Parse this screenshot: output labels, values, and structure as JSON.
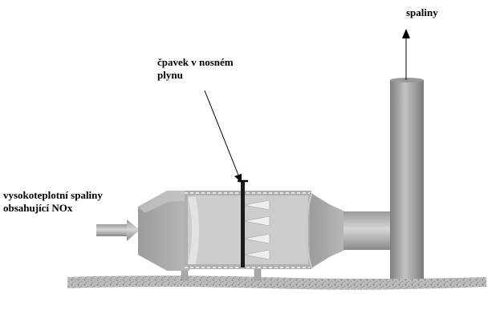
{
  "labels": {
    "exhaust_out": "spaliny",
    "ammonia_line1": "čpavek v nosném",
    "ammonia_line2": "plynu",
    "inlet_line1": "vysokoteplotní spaliny",
    "inlet_line2": "obsahující NOx"
  }
}
